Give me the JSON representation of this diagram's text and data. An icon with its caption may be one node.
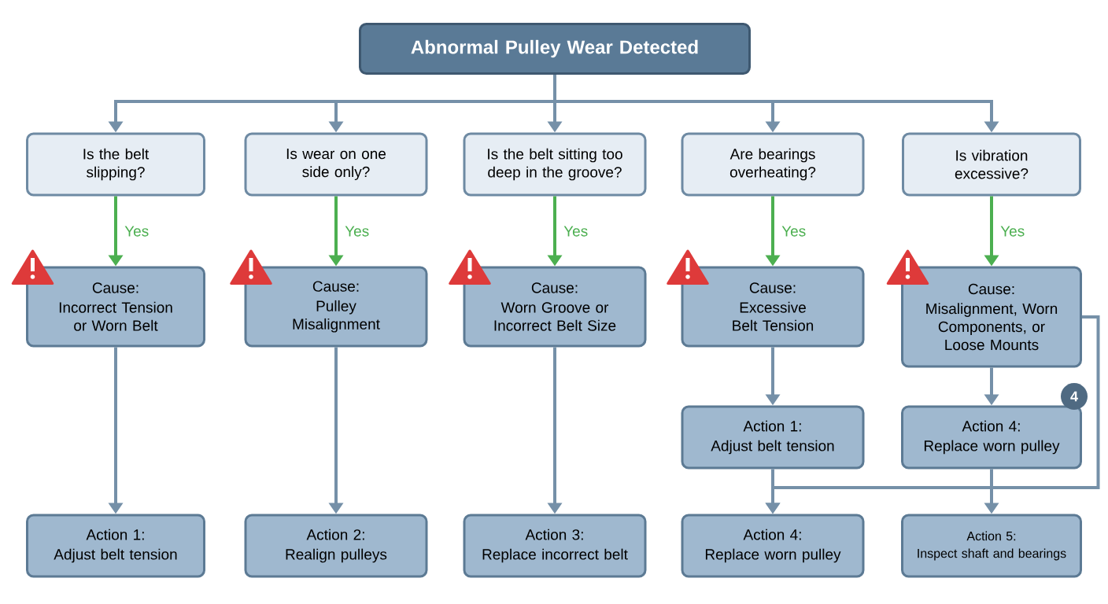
{
  "diagram": {
    "nodes": [
      {
        "text": [
          "Abnormal Pulley Wear Detected"
        ]
      },
      {
        "text": [
          "Is the belt slipping?"
        ]
      },
      {
        "text": [
          "Is wear on one side only?"
        ]
      },
      {
        "text": [
          "Is the belt sitting too deep in the groove?"
        ]
      },
      {
        "text": [
          "Are bearings overheating?"
        ]
      },
      {
        "text": [
          "Is vibration excessive?"
        ]
      },
      {
        "text": [
          "Cause:",
          "Incorrect Tension or Worn Belt"
        ]
      },
      {
        "text": [
          "Cause:",
          "Pulley Misalignment"
        ]
      },
      {
        "text": [
          "Cause:",
          "Worn Groove or Incorrect Belt Size"
        ]
      },
      {
        "text": [
          "Cause:",
          "Excessive Belt Tension"
        ]
      },
      {
        "text": [
          "Cause:",
          "Misalignment, Worn Components, or Loose Mounts"
        ]
      },
      {
        "text": [
          "Action 1:",
          "Adjust belt tension"
        ]
      },
      {
        "text": [
          "Action 4:",
          "Replace worn pulley"
        ]
      },
      {
        "text": [
          "Action 1:",
          "Adjust belt tension"
        ]
      },
      {
        "text": [
          "Action 2:",
          "Realign pulleys"
        ]
      },
      {
        "text": [
          "Action 3:",
          "Replace incorrect belt"
        ]
      },
      {
        "text": [
          "Action 4:",
          "Replace worn pulley"
        ]
      },
      {
        "text": [
          "Action 5:",
          "Inspect shaft and bearings"
        ]
      }
    ],
    "edges": [
      {
        "from": 0,
        "to": 1,
        "arrow": "to"
      },
      {
        "from": 0,
        "to": 2,
        "arrow": "to"
      },
      {
        "from": 0,
        "to": 3,
        "arrow": "to"
      },
      {
        "from": 0,
        "to": 4,
        "arrow": "to"
      },
      {
        "from": 0,
        "to": 5,
        "arrow": "to"
      },
      {
        "from": 1,
        "to": 6,
        "arrow": "to",
        "label": "Yes",
        "color": "#4caf50"
      },
      {
        "from": 2,
        "to": 7,
        "arrow": "to",
        "label": "Yes",
        "color": "#4caf50"
      },
      {
        "from": 3,
        "to": 8,
        "arrow": "to",
        "label": "Yes",
        "color": "#4caf50"
      },
      {
        "from": 4,
        "to": 9,
        "arrow": "to",
        "label": "Yes",
        "color": "#4caf50"
      },
      {
        "from": 5,
        "to": 10,
        "arrow": "to",
        "label": "Yes",
        "color": "#4caf50"
      },
      {
        "from": 6,
        "to": 13,
        "arrow": "to"
      },
      {
        "from": 7,
        "to": 14,
        "arrow": "to"
      },
      {
        "from": 8,
        "to": 15,
        "arrow": "to"
      },
      {
        "from": 9,
        "to": 11,
        "arrow": "to"
      },
      {
        "from": 10,
        "to": 12,
        "arrow": "to"
      },
      {
        "from": 11,
        "to": 16,
        "arrow": "to"
      },
      {
        "from": 12,
        "to": 17,
        "arrow": "to"
      },
      {
        "from": 10,
        "to": 16,
        "arrow": "to"
      }
    ],
    "labels": [
      "4"
    ]
  }
}
